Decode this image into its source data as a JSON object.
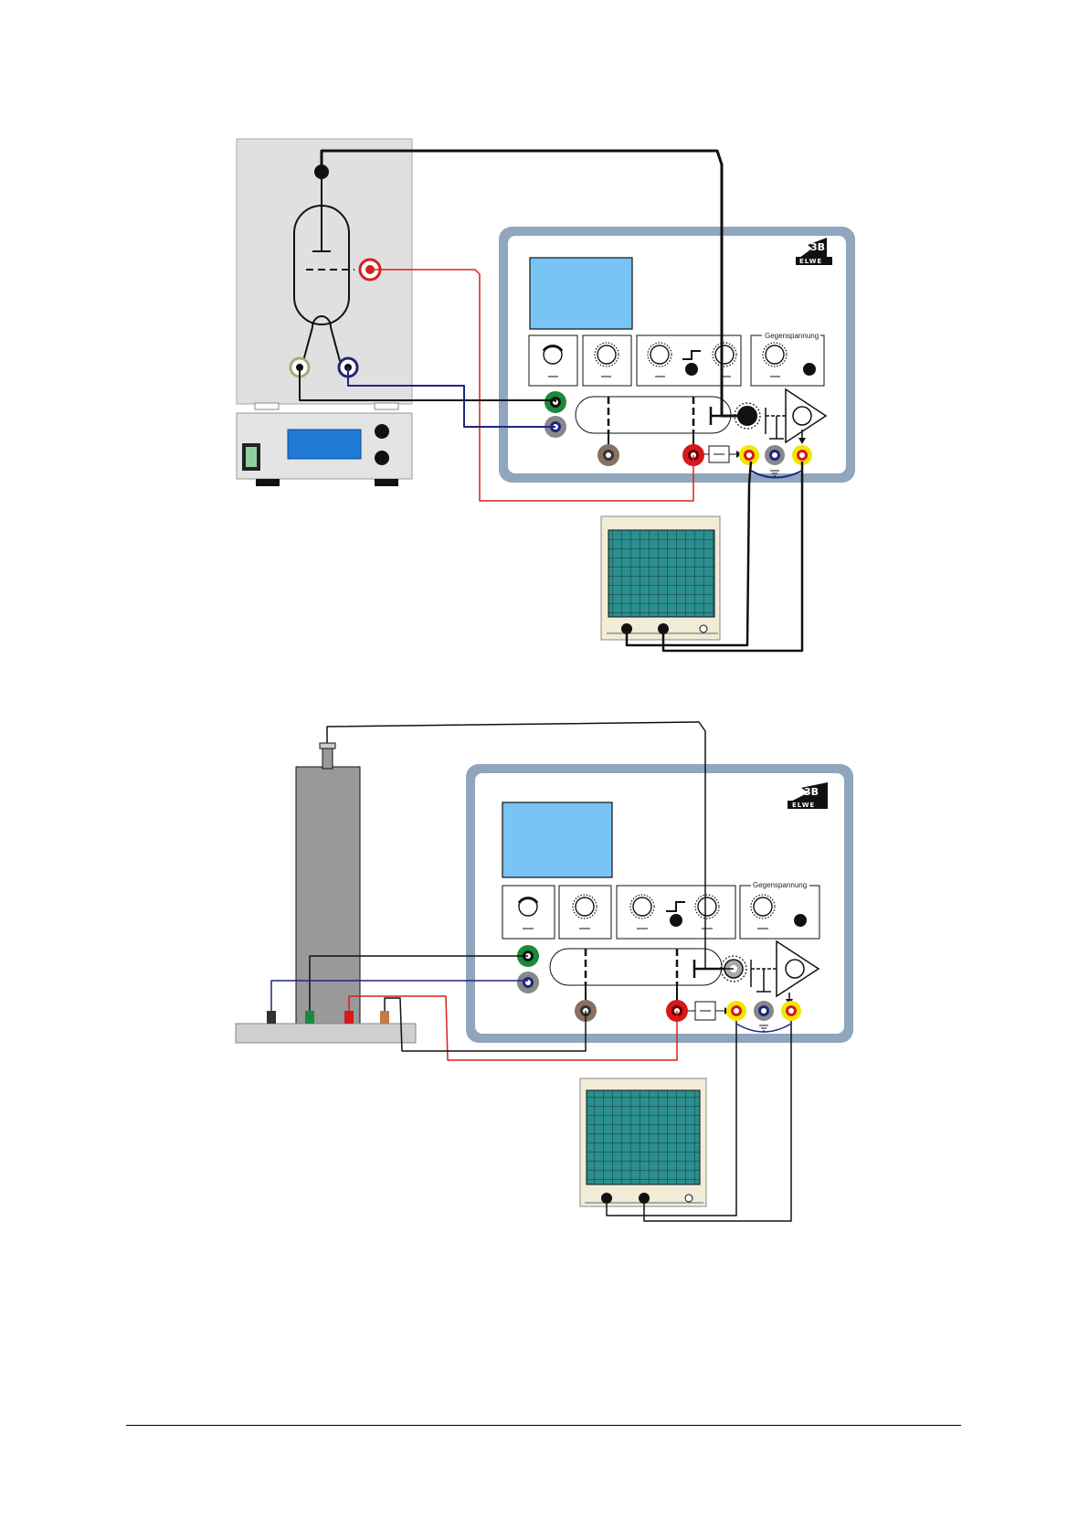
{
  "figures": [
    {
      "panel": {
        "label": "Gegenspannung",
        "brand_logo": {
          "mark": "3B",
          "name": "ELWE"
        }
      }
    },
    {
      "panel": {
        "label": "Gegenspannung",
        "brand_logo": {
          "mark": "3B",
          "name": "ELWE"
        }
      }
    }
  ],
  "colors": {
    "panel_frame": "#8fa6bd",
    "screen": "#78c4f4",
    "cable_red": "#d62020",
    "cable_blue": "#1f2680",
    "socket_green": "#1a8a3a",
    "socket_yellow": "#f2e600",
    "socket_brown": "#8a7060",
    "socket_red": "#d81818",
    "scope_screen": "#2c8e8e",
    "heater_display": "#1f7ad6",
    "oven_body": "#999999"
  }
}
